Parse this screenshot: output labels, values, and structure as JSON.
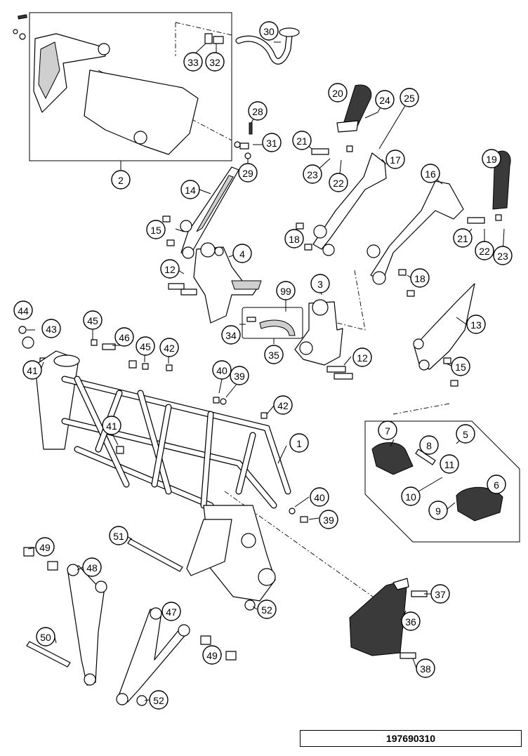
{
  "drawing_number": "197690310",
  "callouts": [
    "1",
    "2",
    "3",
    "4",
    "5",
    "6",
    "7",
    "8",
    "9",
    "10",
    "11",
    "12",
    "13",
    "14",
    "15",
    "16",
    "17",
    "18",
    "19",
    "20",
    "21",
    "22",
    "23",
    "24",
    "25",
    "28",
    "29",
    "30",
    "31",
    "32",
    "33",
    "34",
    "35",
    "36",
    "37",
    "38",
    "39",
    "40",
    "41",
    "42",
    "43",
    "44",
    "45",
    "46",
    "47",
    "48",
    "49",
    "50",
    "51",
    "52",
    "99"
  ]
}
